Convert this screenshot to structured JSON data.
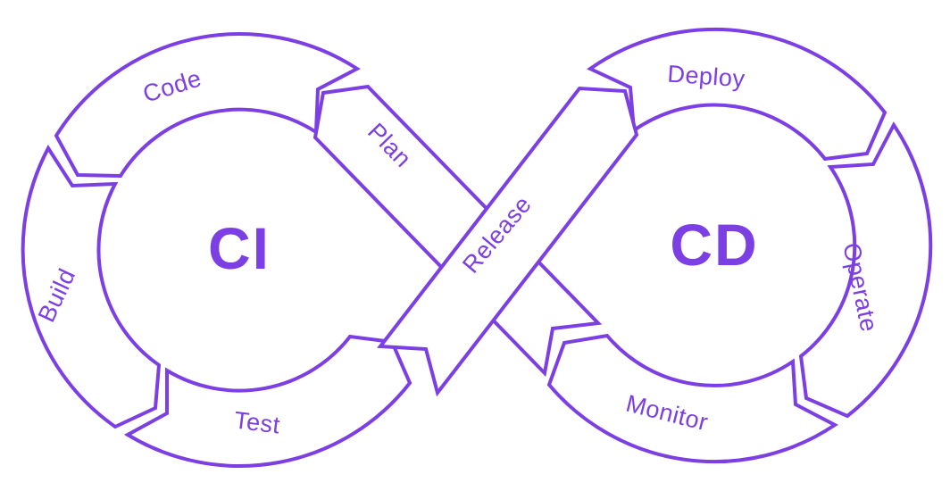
{
  "diagram": {
    "accent_color": "#7B3FE4",
    "loop_left_title": "CI",
    "loop_right_title": "CD",
    "segments": [
      {
        "id": "code",
        "label": "Code"
      },
      {
        "id": "plan",
        "label": "Plan"
      },
      {
        "id": "build",
        "label": "Build"
      },
      {
        "id": "test",
        "label": "Test"
      },
      {
        "id": "release",
        "label": "Release"
      },
      {
        "id": "deploy",
        "label": "Deploy"
      },
      {
        "id": "operate",
        "label": "Operate"
      },
      {
        "id": "monitor",
        "label": "Monitor"
      }
    ]
  }
}
